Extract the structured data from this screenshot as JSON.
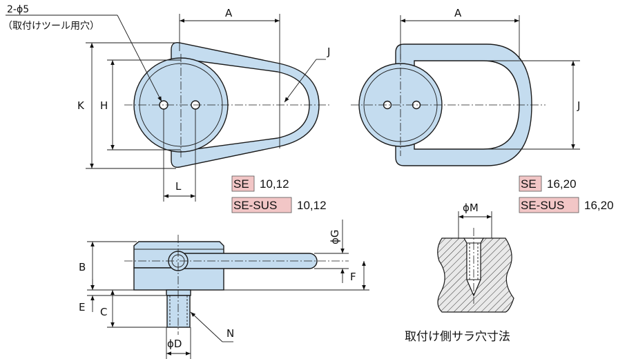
{
  "colors": {
    "part": "#c4dcef",
    "label_bg": "#f2c6c6",
    "hatch_bg": "#e9e9e9"
  },
  "top_left": {
    "hole_note_1": "2-ϕ5",
    "hole_note_2": "（取付けツール用穴）",
    "dim_A": "A",
    "dim_J": "J",
    "dim_K": "K",
    "dim_H": "H",
    "dim_L": "L",
    "series_1": "SE",
    "series_1_sizes": "10,12",
    "series_2": "SE-SUS",
    "series_2_sizes": "10,12"
  },
  "top_right": {
    "dim_A": "A",
    "dim_J": "J",
    "series_1": "SE",
    "series_1_sizes": "16,20",
    "series_2": "SE-SUS",
    "series_2_sizes": "16,20"
  },
  "side_view": {
    "dim_B": "B",
    "dim_G": "ϕG",
    "dim_F": "F",
    "dim_E": "E",
    "dim_C": "C",
    "dim_D": "ϕD",
    "dim_N": "N"
  },
  "mount_detail": {
    "dim_M": "ϕM",
    "caption": "取付け側サラ穴寸法"
  }
}
